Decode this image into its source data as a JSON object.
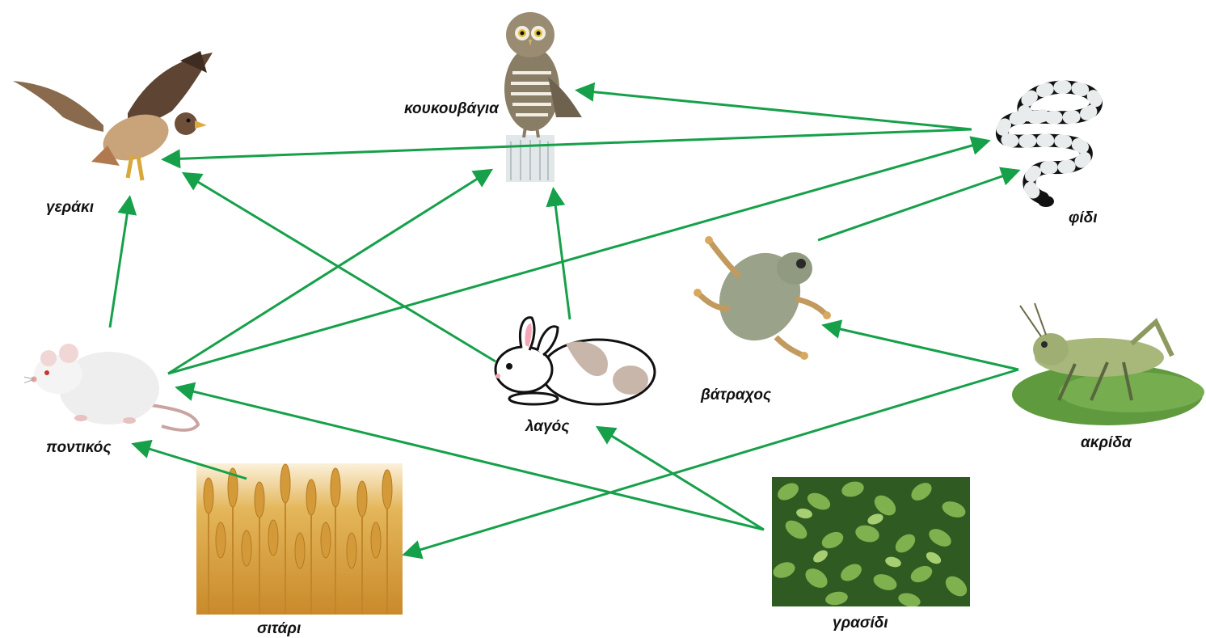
{
  "colors": {
    "arrow": "#16a04a",
    "label": "#111111"
  },
  "organisms": {
    "hawk": {
      "label": "γεράκι",
      "icon": "hawk-icon"
    },
    "owl": {
      "label": "κουκουβάγια",
      "icon": "owl-icon"
    },
    "snake": {
      "label": "φίδι",
      "icon": "snake-icon"
    },
    "frog": {
      "label": "βάτραχος",
      "icon": "frog-icon"
    },
    "mouse": {
      "label": "ποντικός",
      "icon": "mouse-icon"
    },
    "rabbit": {
      "label": "λαγός",
      "icon": "rabbit-icon"
    },
    "grasshopper": {
      "label": "ακρίδα",
      "icon": "grasshopper-icon"
    },
    "wheat": {
      "label": "σιτάρι",
      "icon": "wheat-icon"
    },
    "grass": {
      "label": "γρασίδι",
      "icon": "grass-icon"
    }
  },
  "links": [
    {
      "from": "wheat",
      "to": "mouse"
    },
    {
      "from": "grass",
      "to": "mouse"
    },
    {
      "from": "grass",
      "to": "rabbit"
    },
    {
      "from": "grasshopper",
      "to": "wheat"
    },
    {
      "from": "grasshopper",
      "to": "frog"
    },
    {
      "from": "frog",
      "to": "snake"
    },
    {
      "from": "mouse",
      "to": "hawk"
    },
    {
      "from": "mouse",
      "to": "owl"
    },
    {
      "from": "mouse",
      "to": "snake"
    },
    {
      "from": "rabbit",
      "to": "hawk"
    },
    {
      "from": "rabbit",
      "to": "owl"
    },
    {
      "from": "snake",
      "to": "owl"
    },
    {
      "from": "snake",
      "to": "hawk"
    }
  ]
}
